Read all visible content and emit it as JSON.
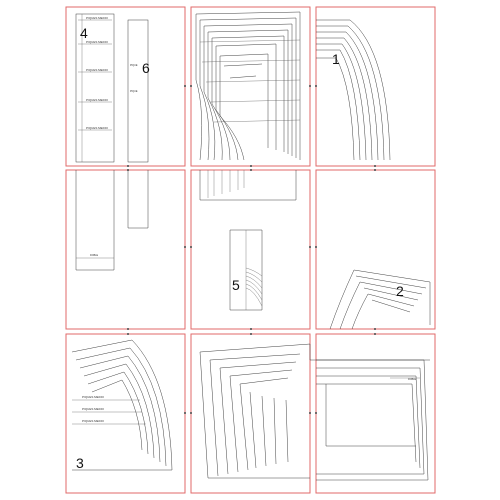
{
  "pieces": [
    {
      "id": "4",
      "label": "4"
    },
    {
      "id": "6",
      "label": "6"
    },
    {
      "id": "1",
      "label": "1"
    },
    {
      "id": "5",
      "label": "5"
    },
    {
      "id": "2",
      "label": "2"
    },
    {
      "id": "3",
      "label": "3"
    }
  ],
  "piece4_markers": [
    "PIQUES MEDIO",
    "PIQUES MEDIO",
    "PIQUES MEDIO",
    "PIQUES MEDIO",
    "PIQUES MEDIO"
  ],
  "piece6_labels": [
    "PIQUE",
    "PIQUE"
  ],
  "tile4_label": "DOBLE",
  "piece3_markers": [
    "PIQUES MEDIO",
    "PIQUES MEDIO",
    "PIQUES MEDIO"
  ],
  "tile8_label": "DOBLE"
}
